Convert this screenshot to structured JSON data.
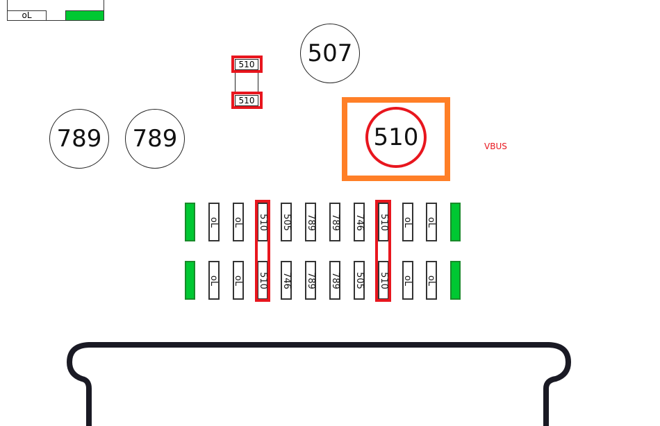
{
  "top_left": {
    "label": "oL"
  },
  "circles": {
    "c507": "507",
    "c789a": "789",
    "c789b": "789",
    "c510": "510"
  },
  "smd": {
    "top": "510",
    "bottom": "510"
  },
  "vbus_label": "VBUS",
  "pads_top": [
    "",
    "oL",
    "oL",
    "510",
    "505",
    "789",
    "789",
    "746",
    "510",
    "oL",
    "oL",
    ""
  ],
  "pads_bottom": [
    "",
    "oL",
    "oL",
    "510",
    "746",
    "789",
    "789",
    "505",
    "510",
    "oL",
    "oL",
    ""
  ],
  "colors": {
    "highlight_red": "#e8161e",
    "highlight_orange": "#ff7f27",
    "pad_green": "#00c832"
  }
}
